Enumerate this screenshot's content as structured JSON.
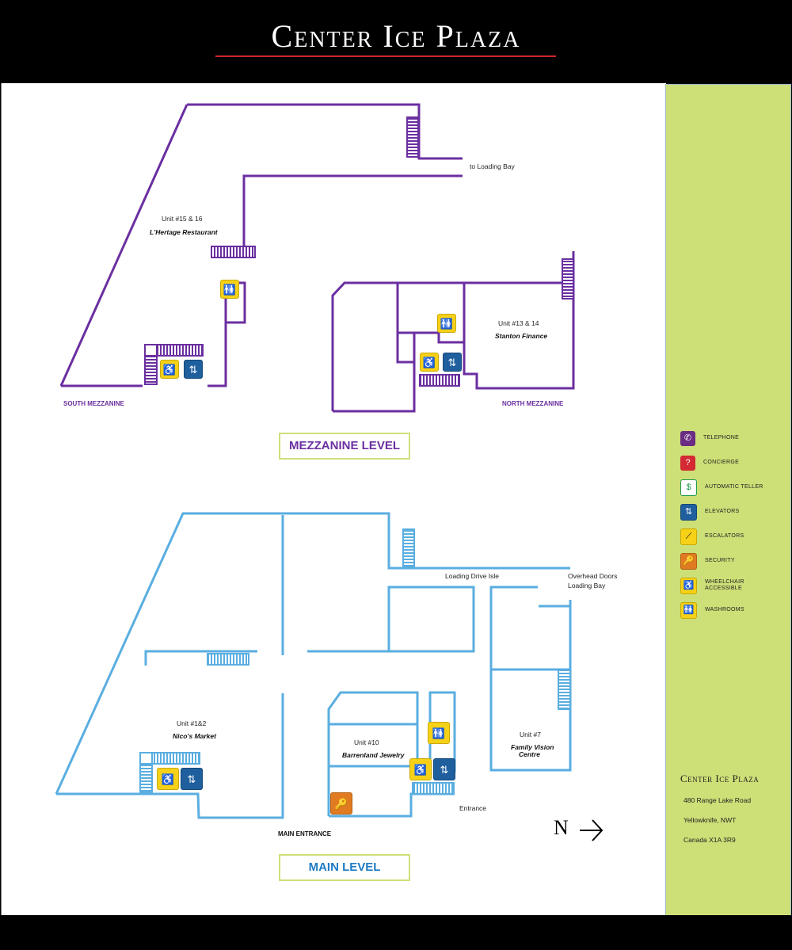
{
  "header": {
    "title": "Center Ice Plaza"
  },
  "mezzanine": {
    "level_label": "MEZZANINE LEVEL",
    "south_label": "SOUTH MEZZANINE",
    "north_label": "NORTH MEZZANINE",
    "to_loading_bay": "to Loading Bay",
    "units": [
      {
        "number": "Unit #15 & 16",
        "name": "L'Hertage Restaurant"
      },
      {
        "number": "Unit #13 & 14",
        "name": "Stanton Finance"
      }
    ],
    "color": "#6b2fa0"
  },
  "main": {
    "level_label": "MAIN LEVEL",
    "main_entrance": "MAIN ENTRANCE",
    "entrance": "Entrance",
    "loading_drive": "Loading Drive Isle",
    "overhead_doors": "Overhead Doors",
    "loading_bay": "Loading Bay",
    "units": [
      {
        "number": "Unit #1&2",
        "name": "Nico's Market"
      },
      {
        "number": "Unit #10",
        "name": "Barrenland Jewelry"
      },
      {
        "number": "Unit #7",
        "name": "Family Vision",
        "name2": "Centre"
      }
    ],
    "color": "#5aaee0"
  },
  "compass": {
    "label": "N"
  },
  "legend": {
    "items": [
      {
        "label": "TELEPHONE",
        "icon": "telephone-icon"
      },
      {
        "label": "CONCIERGE",
        "icon": "concierge-icon"
      },
      {
        "label": "AUTOMATIC TELLER",
        "icon": "atm-icon"
      },
      {
        "label": "ELEVATORS",
        "icon": "elevator-icon"
      },
      {
        "label": "ESCALATORS",
        "icon": "escalator-icon"
      },
      {
        "label": "SECURITY",
        "icon": "security-icon"
      },
      {
        "label": "WHEELCHAIR",
        "label2": "ACCESSIBLE",
        "icon": "wheelchair-icon"
      },
      {
        "label": "WASHROOMS",
        "icon": "washroom-icon"
      }
    ]
  },
  "address": {
    "name": "Center Ice Plaza",
    "line1": "480 Range Lake Road",
    "line2": "Yellowknife, NWT",
    "line3": "Canada  X1A 3R9"
  },
  "colors": {
    "accent_red": "#d3262a",
    "panel_green": "#cddf77"
  }
}
